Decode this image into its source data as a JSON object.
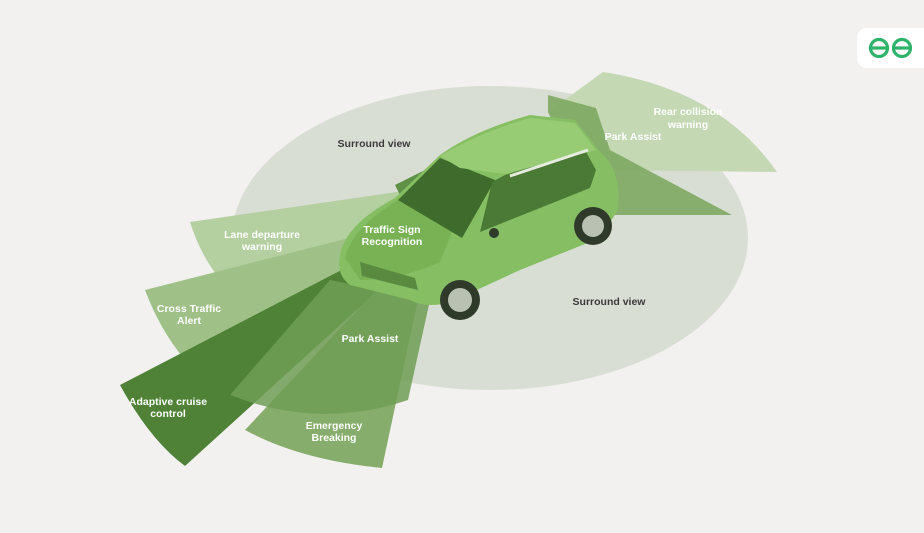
{
  "brand": {
    "logo_icon": "brand-logo-icon",
    "color": "#2eb36a"
  },
  "colors": {
    "surround": "#d9ded4",
    "zone_light": "#a6c58e",
    "zone_mid": "#7ea862",
    "zone_dark": "#4f8237",
    "car_body": "#86bf63"
  },
  "zones": {
    "surround_view_front": "Surround view",
    "surround_view_side": "Surround view",
    "rear_collision_1": "Rear collision",
    "rear_collision_2": "warning",
    "park_assist_rear": "Park Assist",
    "traffic_sign_1": "Traffic Sign",
    "traffic_sign_2": "Recognition",
    "lane_departure_1": "Lane departure",
    "lane_departure_2": "warning",
    "cross_traffic_1": "Cross Traffic",
    "cross_traffic_2": "Alert",
    "park_assist_front": "Park Assist",
    "adaptive_cruise_1": "Adaptive cruise",
    "adaptive_cruise_2": "control",
    "emergency_1": "Emergency",
    "emergency_2": "Breaking"
  }
}
